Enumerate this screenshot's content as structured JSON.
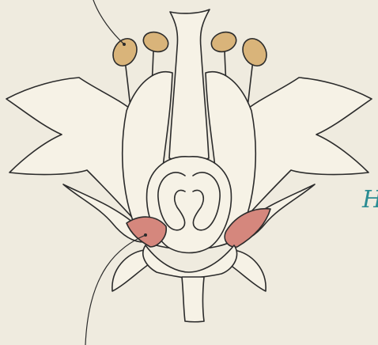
{
  "diagram": {
    "type": "flower-cross-section",
    "cut_off_label": "H",
    "colors": {
      "background": "#EFEBDF",
      "petal_fill": "#F6F2E6",
      "outline": "#2B2B2B",
      "anther": "#D9B47A",
      "nectary": "#D5877D",
      "label_text": "#2A8C93"
    },
    "parts": [
      {
        "id": "anther",
        "count": 4
      },
      {
        "id": "filament",
        "count": 4
      },
      {
        "id": "style",
        "count": 1
      },
      {
        "id": "ovary",
        "count": 1
      },
      {
        "id": "nectary",
        "count": 2
      },
      {
        "id": "sepal",
        "count": 2
      },
      {
        "id": "petal",
        "count": 2
      },
      {
        "id": "receptacle",
        "count": 1
      },
      {
        "id": "pedicel",
        "count": 1
      }
    ],
    "leader_lines": 2
  }
}
